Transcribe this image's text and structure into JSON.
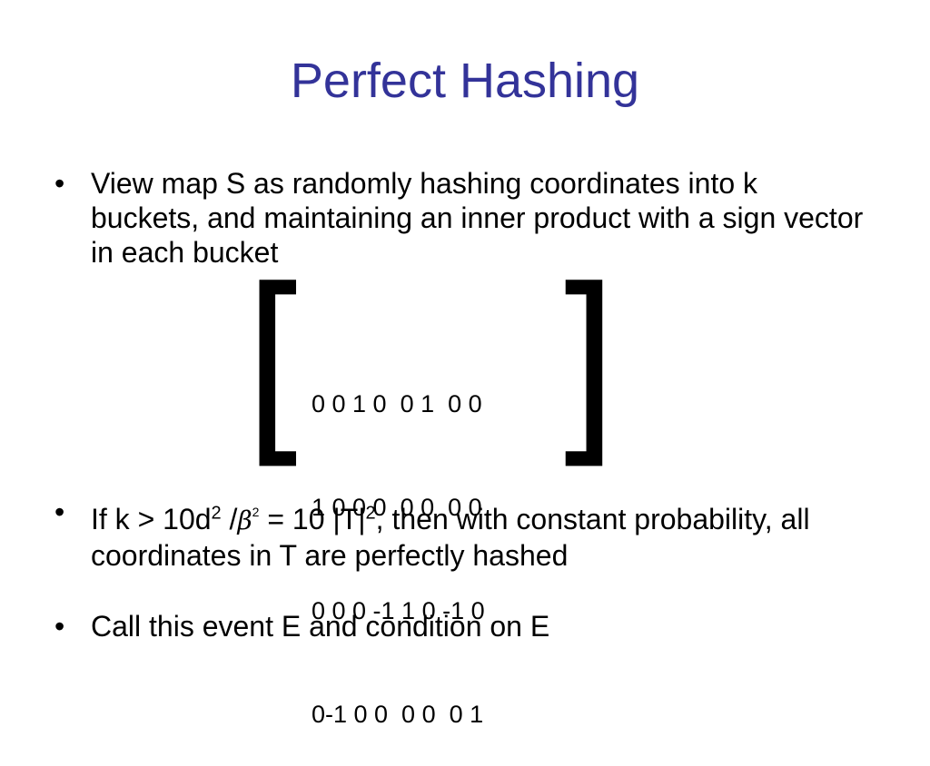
{
  "slide": {
    "title": "Perfect Hashing",
    "title_color": "#333399"
  },
  "bullets": {
    "bullet_glyph": "•",
    "b1_text": "View map S as randomly hashing coordinates into k buckets, and maintaining an inner product with a sign vector in each bucket",
    "b2_part1": "If k > 10d",
    "b2_sup1": "2",
    "b2_slash": " /",
    "b2_beta": "β",
    "b2_sup_beta": "2",
    "b2_part2": " = 10 |T|",
    "b2_sup2": "2",
    "b2_part3": ", then with constant probability, all coordinates in T are perfectly hashed",
    "b3_text": "Call this event E and condition on E"
  },
  "matrix": {
    "left_bracket": "[",
    "right_bracket": "]",
    "rows": [
      "0 0 1 0  0 1  0 0",
      "1 0 0 0  0 0  0 0",
      "0 0 0 -1 1 0 -1 0",
      "0-1 0 0  0 0  0 1"
    ]
  }
}
